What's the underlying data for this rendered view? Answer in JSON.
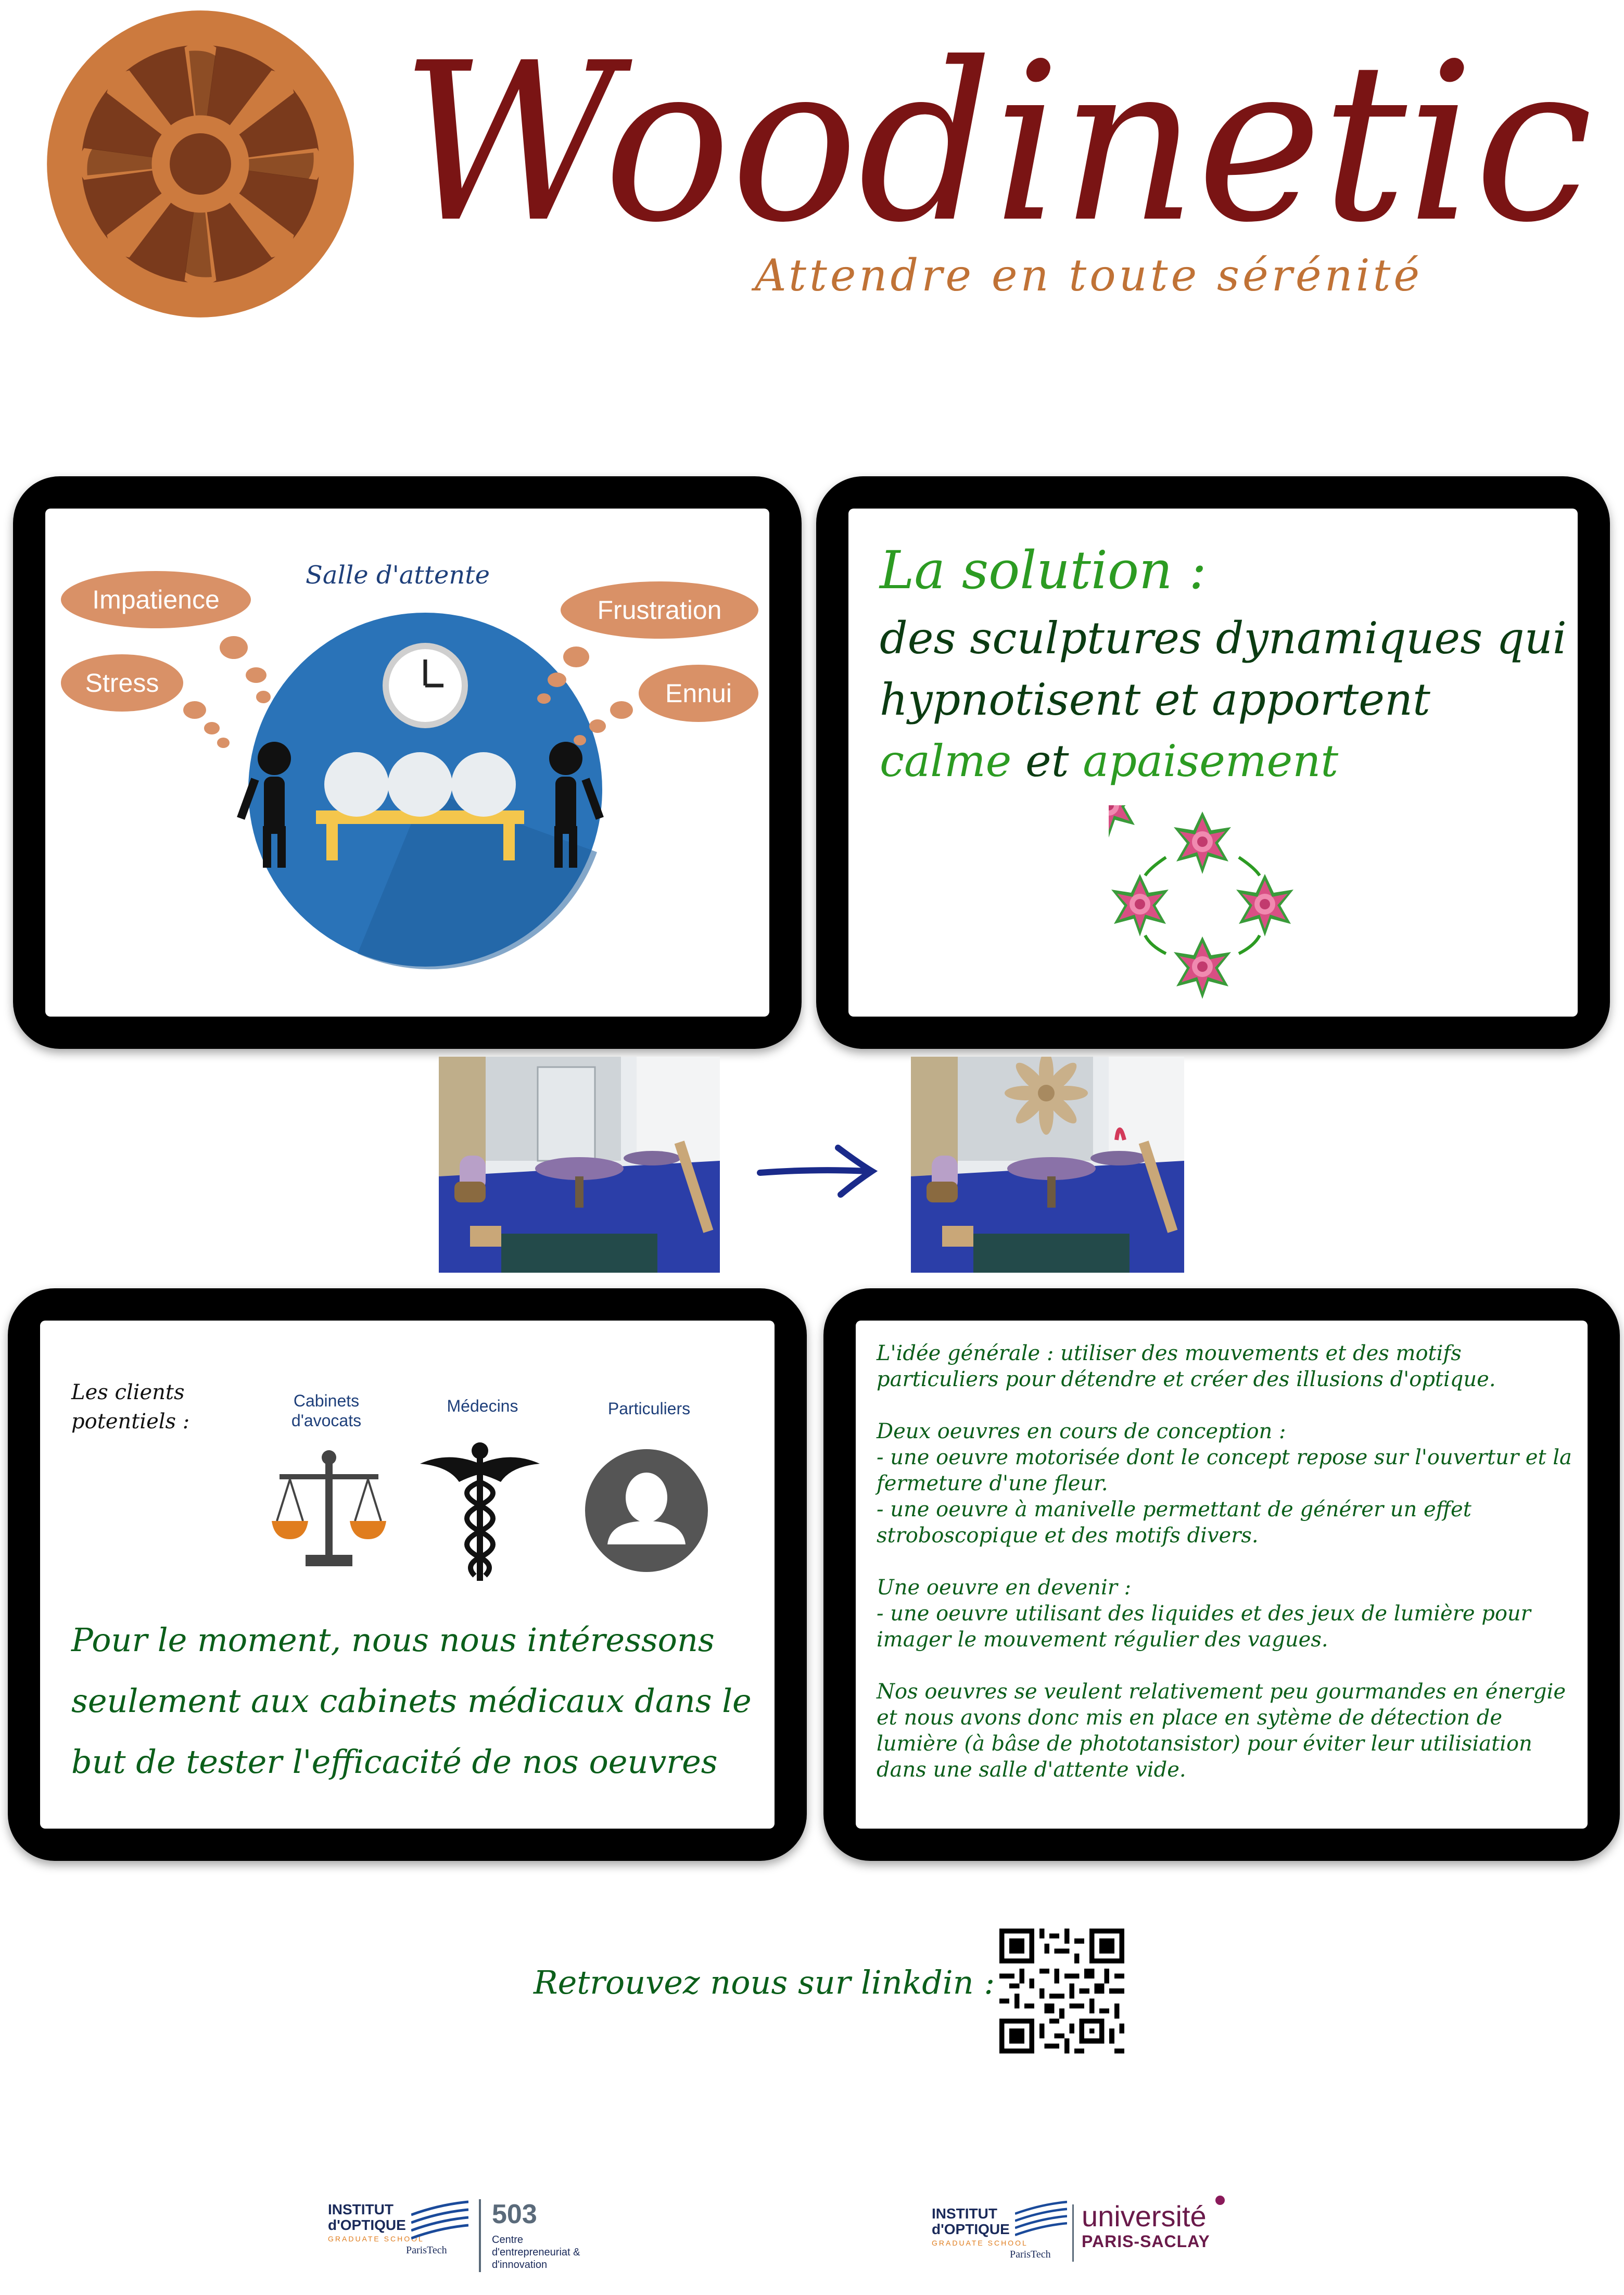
{
  "header": {
    "brand": "Woodinetic",
    "tagline": "Attendre en toute sérénité"
  },
  "waiting_room": {
    "title": "Salle d'attente",
    "feelings": [
      "Impatience",
      "Stress",
      "Frustration",
      "Ennui"
    ]
  },
  "solution": {
    "title": "La solution :",
    "line1": "des sculptures dynamiques qui",
    "line2": "hypnotisent et apportent",
    "word_calme": "calme",
    "word_et": " et ",
    "word_apaisement": "apaisement"
  },
  "clients": {
    "label_line1": "Les clients",
    "label_line2": "potentiels :",
    "segments": [
      {
        "label_line1": "Cabinets",
        "label_line2": "d'avocats",
        "icon": "scales-icon"
      },
      {
        "label_line1": "Médecins",
        "label_line2": "",
        "icon": "caduceus-icon"
      },
      {
        "label_line1": "Particuliers",
        "label_line2": "",
        "icon": "person-icon"
      }
    ],
    "focus_line1": "Pour le moment, nous nous intéressons",
    "focus_line2": "seulement aux cabinets médicaux dans le",
    "focus_line3": "but de tester l'efficacité de nos oeuvres"
  },
  "idea": {
    "p1": "L'idée générale : utiliser des mouvements et des motifs particuliers pour détendre et créer des illusions d'optique.",
    "p2_l1": "Deux oeuvres en cours de conception :",
    "p2_l2": "- une oeuvre motorisée dont le concept repose sur l'ouvertur et la fermeture d'une fleur.",
    "p2_l3": "- une oeuvre à manivelle permettant de générer un effet stroboscopique et des motifs divers.",
    "p3_l1": "Une oeuvre en devenir :",
    "p3_l2": "- une oeuvre utilisant des liquides et des jeux de lumière pour imager le mouvement régulier des vagues.",
    "p4": "Nos oeuvres se veulent relativement peu gourmandes en énergie et nous avons donc mis en place en sytème de détection de lumière (à bâse de phototansistor) pour éviter leur utilisiation dans une salle d'attente vide."
  },
  "footer": {
    "linkedin": "Retrouvez nous sur linkdin :",
    "logo1_l1": "INSTITUT",
    "logo1_l2": "d'OPTIQUE",
    "logo1_l3": "GRADUATE SCHOOL",
    "logo1_l4": "ParisTech",
    "logo_503": "503",
    "logo_503_l1": "Centre",
    "logo_503_l2": "d'entrepreneuriat &",
    "logo_503_l3": "d'innovation",
    "logo2_l1": "INSTITUT",
    "logo2_l2": "d'OPTIQUE",
    "logo2_l3": "GRADUATE SCHOOL",
    "logo2_l4": "ParisTech",
    "univ_l1": "université",
    "univ_l2": "PARIS-SACLAY"
  },
  "colors": {
    "brand": "#7a1414",
    "tagline": "#c07236",
    "wheel": "#cc7a3e",
    "green_accent": "#2c9b22",
    "dark_green": "#0b5e1a"
  }
}
